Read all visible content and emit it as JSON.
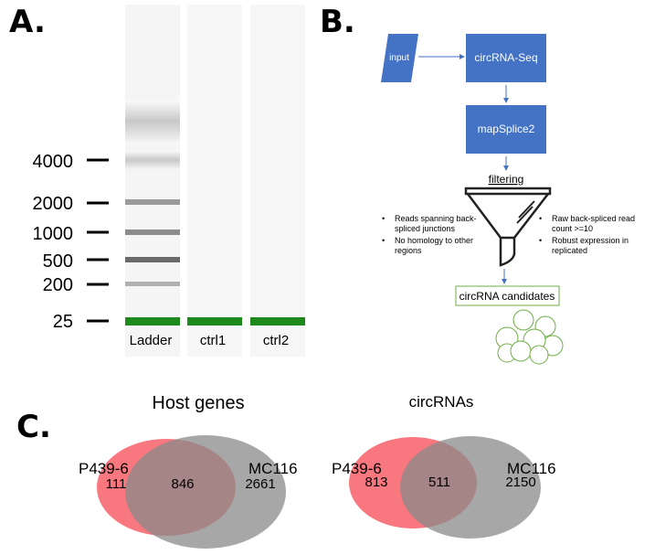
{
  "panel_labels": {
    "a": "A.",
    "b": "B.",
    "c": "C."
  },
  "gel": {
    "size_markers": [
      "4000",
      "2000",
      "1000",
      "500",
      "200",
      "25"
    ],
    "lanes": [
      "Ladder",
      "ctrl1",
      "ctrl2"
    ],
    "marker_color": "#1e8a1e"
  },
  "flow": {
    "input": "input",
    "step1": "circRNA-Seq",
    "step2": "mapSplice2",
    "filter_title": "filtering",
    "criteria_left": [
      "Reads spanning back-",
      "spliced junctions",
      "No homology to other",
      "regions"
    ],
    "criteria_right": [
      "Raw back-spliced read",
      "count >=10",
      "Robust expression in",
      "replicated"
    ],
    "output": "circRNA candidates",
    "box_color": "#4472c4",
    "output_color": "#70ad47"
  },
  "venn": [
    {
      "title": "Host genes",
      "set_a": "P439-6",
      "set_b": "MC116",
      "only_a": "111",
      "both": "846",
      "only_b": "2661"
    },
    {
      "title": "circRNAs",
      "set_a": "P439-6",
      "set_b": "MC116",
      "only_a": "813",
      "both": "511",
      "only_b": "2150"
    }
  ],
  "colors": {
    "set_a": "#f7565f",
    "set_b": "#8a8a8a"
  }
}
